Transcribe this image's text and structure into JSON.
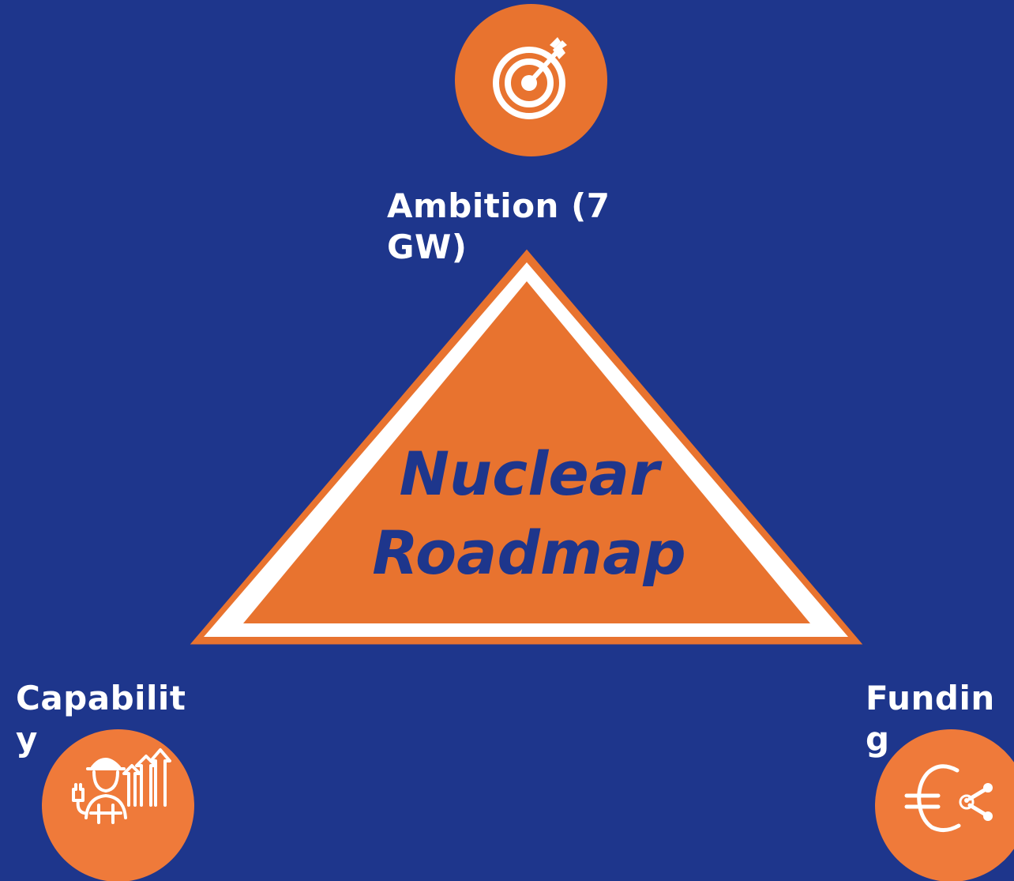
{
  "diagram": {
    "center": {
      "line1": "Nuclear",
      "line2": "Roadmap"
    },
    "nodes": [
      {
        "id": "ambition",
        "label": "Ambition (7\nGW)",
        "icon": "target-icon"
      },
      {
        "id": "capability",
        "label": "Capabilit\ny",
        "icon": "worker-growth-icon"
      },
      {
        "id": "funding",
        "label": "Fundin\ng",
        "icon": "euro-share-icon"
      }
    ]
  },
  "colors": {
    "background": "#1e368c",
    "accent": "#e8732f",
    "triangle_border": "#ffffff",
    "text": "#ffffff",
    "center_text": "#1e368c"
  }
}
